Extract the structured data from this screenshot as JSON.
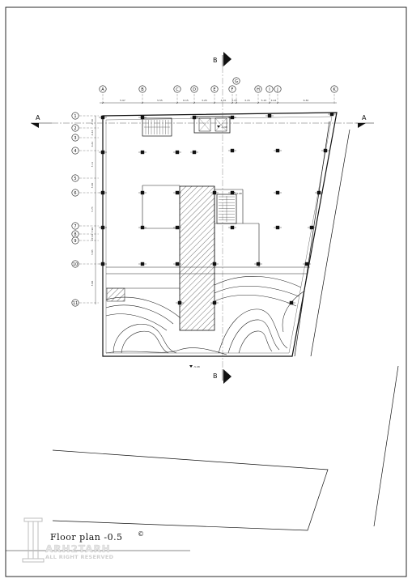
{
  "axes_top": [
    "A",
    "B",
    "C",
    "D",
    "E",
    "F",
    "G",
    "H",
    "I",
    "J",
    "K"
  ],
  "axes_left": [
    "1",
    "2",
    "3",
    "4",
    "5",
    "6",
    "7",
    "8",
    "9",
    "10",
    "11"
  ],
  "section_top": "B",
  "section_bottom": "B",
  "section_left": "A",
  "section_right": "A",
  "dims_top": [
    "5.97",
    "5.55",
    "6.15",
    "3.25",
    "4.70",
    "3.15",
    "3.15",
    "5.15",
    "4.24",
    "6.30"
  ],
  "dims_left": [
    "2.30",
    "4.44",
    "6.61",
    "5.11",
    "5.00",
    "5.75",
    "5.96",
    "27.04",
    "5.85",
    "5.86"
  ],
  "level_marks": [
    "-4.98",
    "-4.98",
    "-5.08"
  ],
  "title": "Floor plan -0.5",
  "copyright_symbol": "©",
  "logo_text": "ARH2TARH",
  "logo_subtext": "ALL RIGHT RESERVED",
  "colors": {
    "ink": "#111111",
    "dash": "#555555",
    "logo": "#c8c8c8"
  }
}
